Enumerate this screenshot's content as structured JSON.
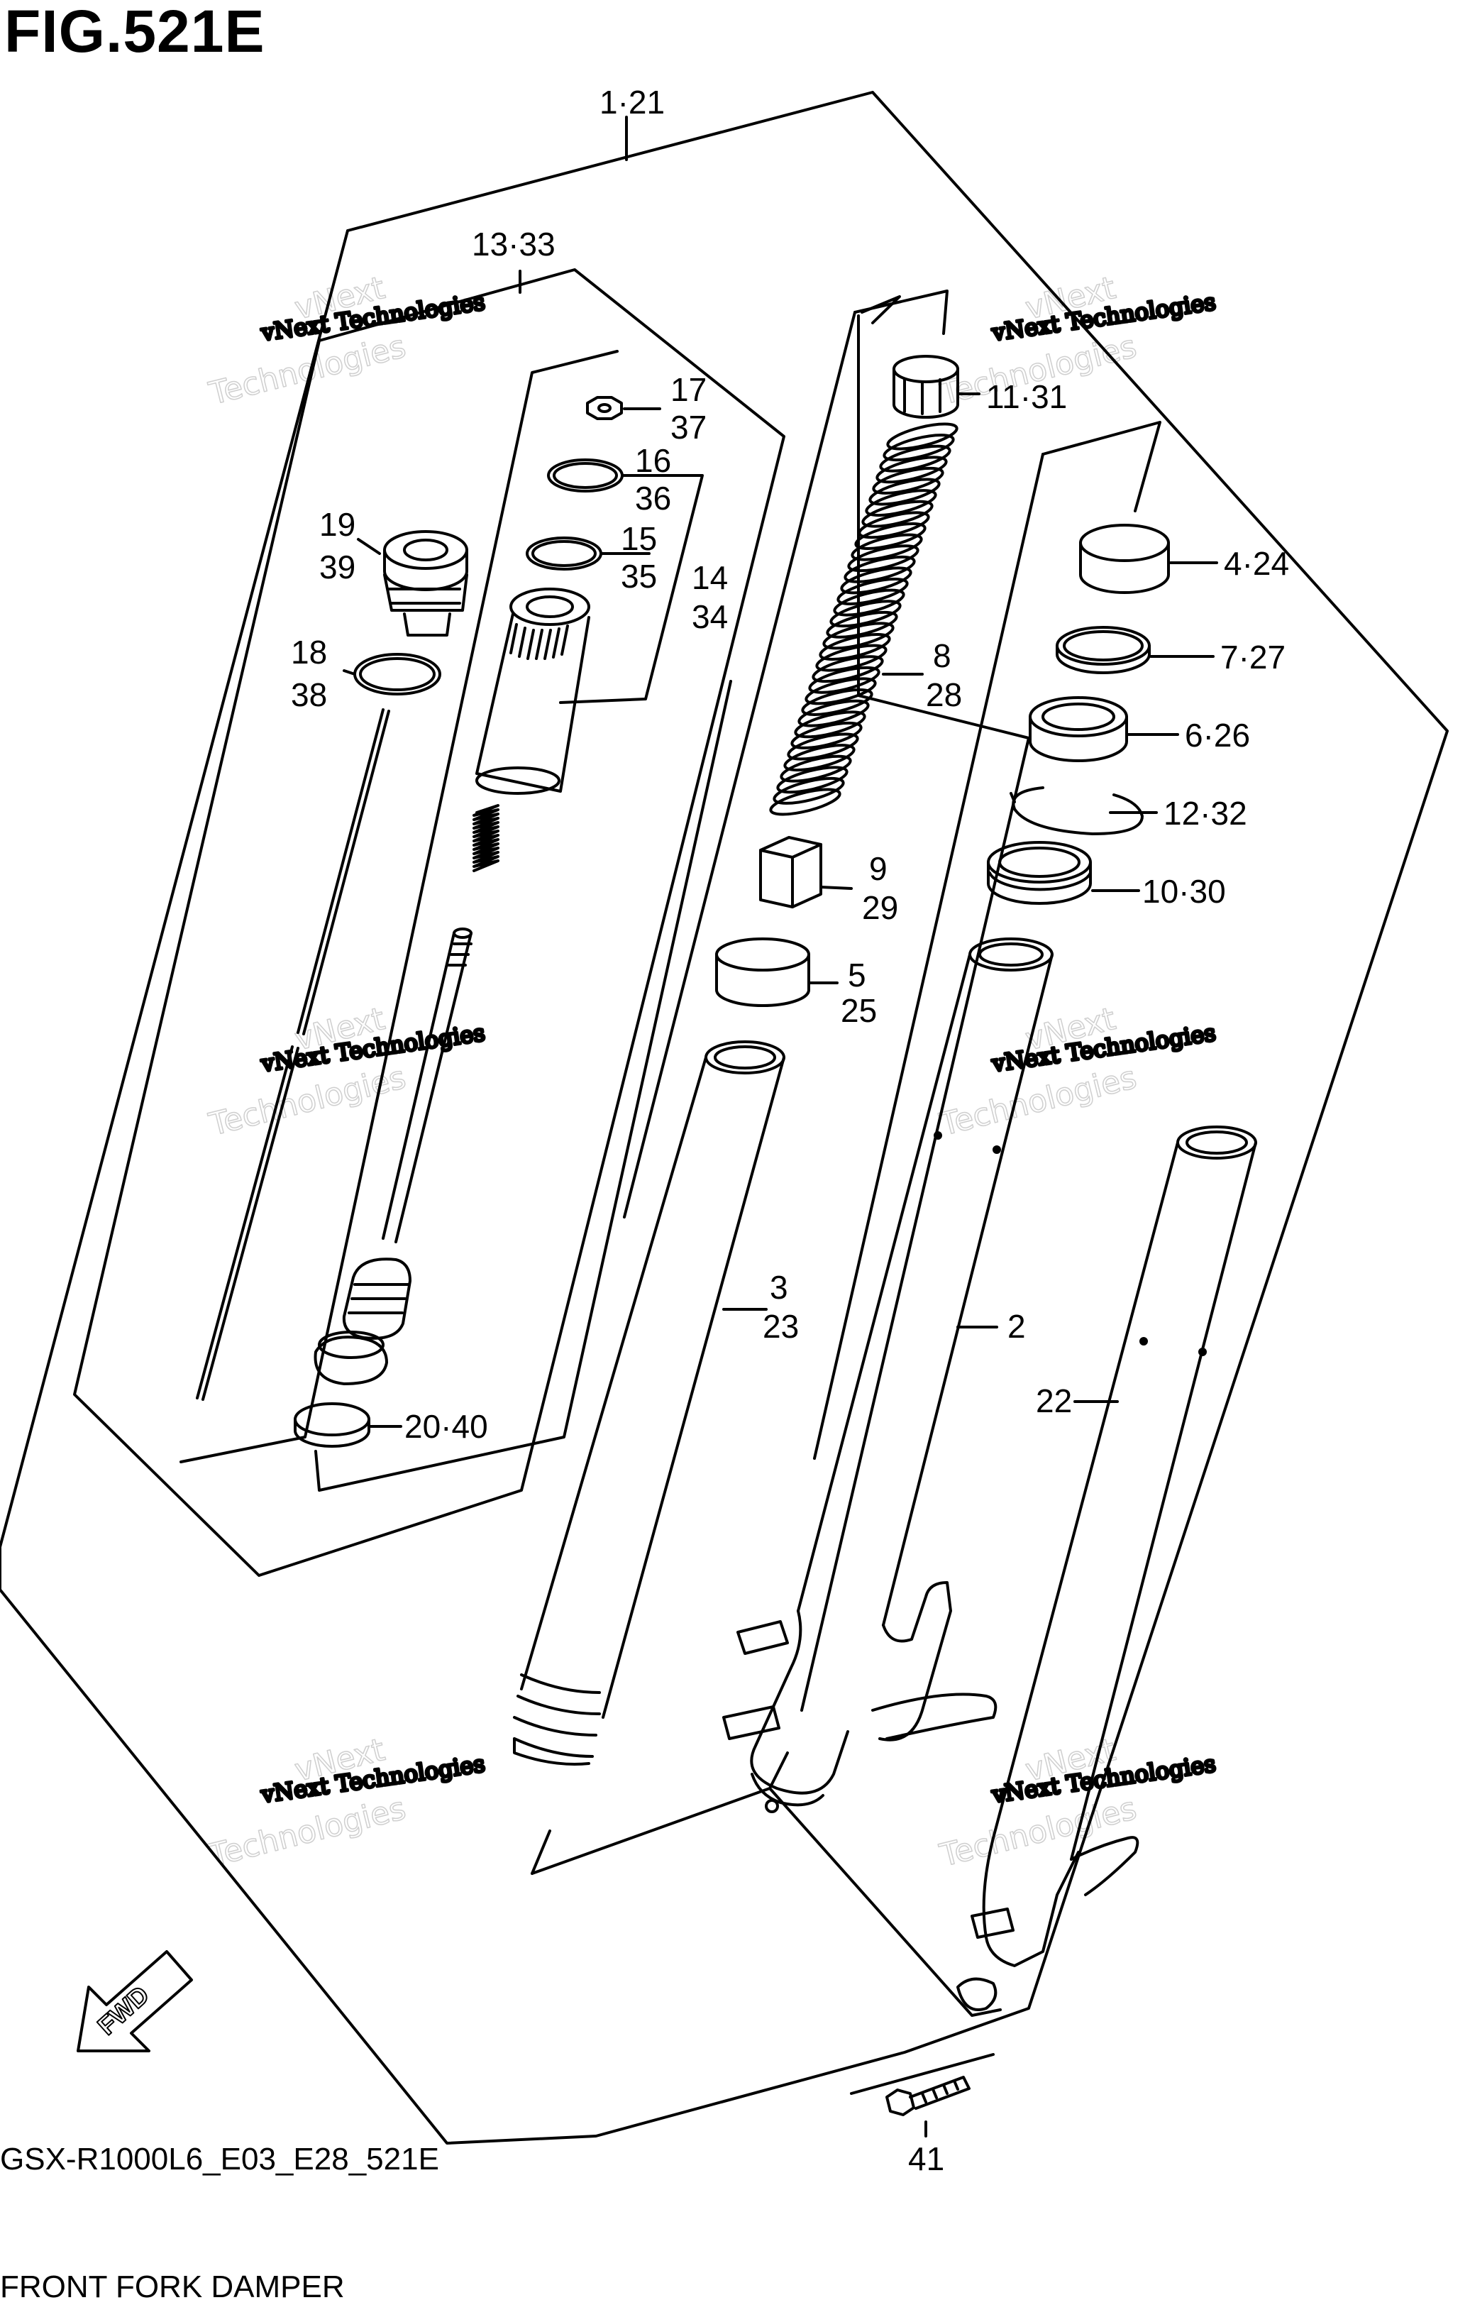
{
  "figure": {
    "title": "FIG.521E",
    "model_code": "GSX-R1000L6_E03_E28_521E",
    "caption": "FRONT FORK DAMPER"
  },
  "fwd_label": "FWD",
  "watermark": {
    "line1": "vNext Technologies",
    "line2": "vNext",
    "line3": "Technologies"
  },
  "parts": {
    "p1_21": "1·21",
    "p13_33": "13·33",
    "p17": "17",
    "p37": "37",
    "p16": "16",
    "p36": "36",
    "p15": "15",
    "p35": "35",
    "p14": "14",
    "p34": "34",
    "p19": "19",
    "p39": "39",
    "p18": "18",
    "p38": "38",
    "p11_31": "11·31",
    "p8": "8",
    "p28": "28",
    "p9": "9",
    "p29": "29",
    "p5": "5",
    "p25": "25",
    "p3": "3",
    "p23": "23",
    "p2": "2",
    "p22": "22",
    "p4_24": "4·24",
    "p7_27": "7·27",
    "p6_26": "6·26",
    "p12_32": "12·32",
    "p10_30": "10·30",
    "p20_40": "20·40",
    "p41": "41"
  }
}
